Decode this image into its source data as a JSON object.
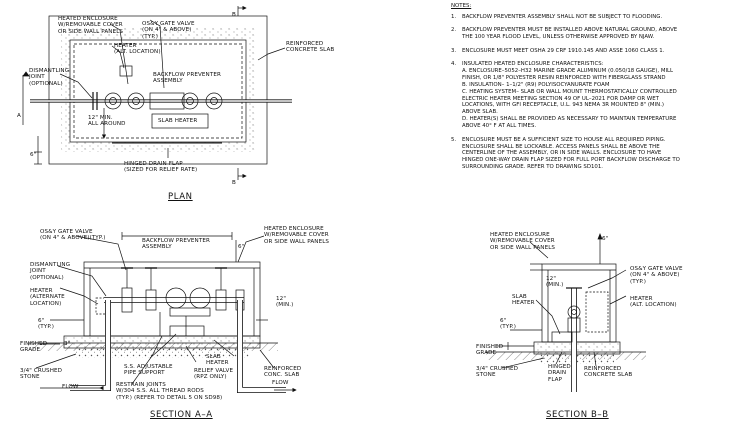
{
  "notes": {
    "header": "NOTES:",
    "items": [
      {
        "num": "1.",
        "text": "BACKFLOW PREVENTER ASSEMBLY SHALL NOT BE SUBJECT TO FLOODING."
      },
      {
        "num": "2.",
        "text": "BACKFLOW PREVENTER MUST BE INSTALLED ABOVE NATURAL GROUND, ABOVE\nTHE 100 YEAR FLOOD LEVEL, UNLESS OTHERWISE APPROVED BY NJAW."
      },
      {
        "num": "3.",
        "text": "ENCLOSURE MUST MEET OSHA 29 CRF 1910.145 AND ASSE 1060 CLASS 1."
      },
      {
        "num": "4.",
        "text": "INSULATED HEATED ENCLOSURE CHARACTERISTICS:\nA. ENCLOSURE–5052–H32 MARINE GRADE ALUMINUM (0.050/18 GAUGE), MILL\n   FINISH, OR 1/8\" POLYESTER RESIN REINFORCED WITH FIBERGLASS STRAND\nB. INSULATION– 1–1/2\" (R9) POLYISOCYANURATE FOAM\nC. HEATING SYSTEM– SLAB OR WALL MOUNT THERMOSTATICALLY CONTROLLED\n   ELECTRIC HEATER MEETING SECTION 49 OF UL–2021 FOR DAMP OR WET\n   LOCATIONS, WITH GFI RECEPTACLE, U.L. 943 NEMA 3R MOUNTED 8\" (MIN.)\n   ABOVE SLAB.\nD. HEATER(S) SHALL BE PROVIDED AS NECESSARY TO MAINTAIN TEMPERATURE\n   ABOVE 40° F AT ALL TIMES."
      },
      {
        "num": "5.",
        "text": "ENCLOSURE MUST BE A SUFFICIENT SIZE TO HOUSE ALL REQUIRED PIPING.\nENCLOSURE SHALL BE LOCKABLE. ACCESS PANELS SHALL BE ABOVE THE\nCENTERLINE OF THE ASSEMBLY, OR IN SIDE WALLS. ENCLOSURE TO HAVE\nHINGED ONE-WAY DRAIN FLAP SIZED FOR FULL PORT BACKFLOW DISCHARGE TO\nSURROUNDING GRADE.  REFER TO DRAWING SD101."
      }
    ]
  },
  "plan": {
    "title": "PLAN",
    "labels": {
      "heated_enclosure": "HEATED ENCLOSURE\nW/REMOVABLE COVER\nOR SIDE WALL PANELS",
      "gate_valve": "OS&Y GATE VALVE\n(ON 4\" & ABOVE)\n(TYP.)",
      "reinforced_slab": "REINFORCED\nCONCRETE SLAB",
      "heater": "HEATER\n(ALT. LOCATION)",
      "dismantling_joint": "DISMANTLING\nJOINT\n(OPTIONAL)",
      "backflow_preventer": "BACKFLOW PREVENTER\nASSEMBLY",
      "slab_heater": "SLAB HEATER",
      "min_clear": "12\" MIN.\nALL AROUND",
      "drain_flap": "HINGED DRAIN FLAP\n(SIZED FOR RELIEF RATE)",
      "dim_6": "6\"",
      "cut_a": "A",
      "cut_b": "B"
    }
  },
  "section_aa": {
    "title": "SECTION A–A",
    "labels": {
      "gate_valve": "OS&Y GATE VALVE\n(ON 4\" & ABOVE)(TYP.)",
      "backflow_preventer": "BACKFLOW PREVENTER\nASSEMBLY",
      "heated_enclosure": "HEATED ENCLOSURE\nW/REMOVABLE COVER\nOR SIDE WALL PANELS",
      "dismantling_joint": "DISMANTLING\nJOINT\n(OPTIONAL)",
      "heater": "HEATER\n(ALTERNATE\nLOCATION)",
      "min_12": "12\"\n(MIN.)",
      "dim_6_typ": "6\"\n(TYP.)",
      "finished_grade": "FINISHED\nGRADE",
      "slab_heater": "SLAB\nHEATER",
      "relief_valve": "RELIEF VALVE\n(RPZ ONLY)",
      "pipe_support": "S.S. ADJUSTABLE\nPIPE SUPPORT",
      "restrain_joints": "RESTRAIN JOINTS\nW/304 S.S. ALL THREAD RODS\n(TYP.) (REFER TO DETAIL 5 ON SD98)",
      "crushed_stone": "3/4\" CRUSHED\nSTONE",
      "reinforced_slab": "REINFORCED\nCONC. SLAB",
      "flow": "FLOW",
      "dim_6": "6\"",
      "dim_3": "3\""
    }
  },
  "section_bb": {
    "title": "SECTION B–B",
    "labels": {
      "heated_enclosure": "HEATED ENCLOSURE\nW/REMOVABLE COVER\nOR SIDE WALL PANELS",
      "min_12": "12\"\n(MIN.)",
      "gate_valve": "OS&Y GATE VALVE\n(ON 4\" & ABOVE)\n(TYP.)",
      "heater": "HEATER\n(ALT. LOCATION)",
      "slab_heater": "SLAB\nHEATER",
      "dim_6_typ": "6\"\n(TYP.)",
      "finished_grade": "FINISHED\nGRADE",
      "crushed_stone": "3/4\" CRUSHED\nSTONE",
      "drain_flap": "HINGED\nDRAIN\nFLAP",
      "reinforced_slab": "REINFORCED\nCONCRETE SLAB",
      "dim_6": "6\""
    }
  }
}
